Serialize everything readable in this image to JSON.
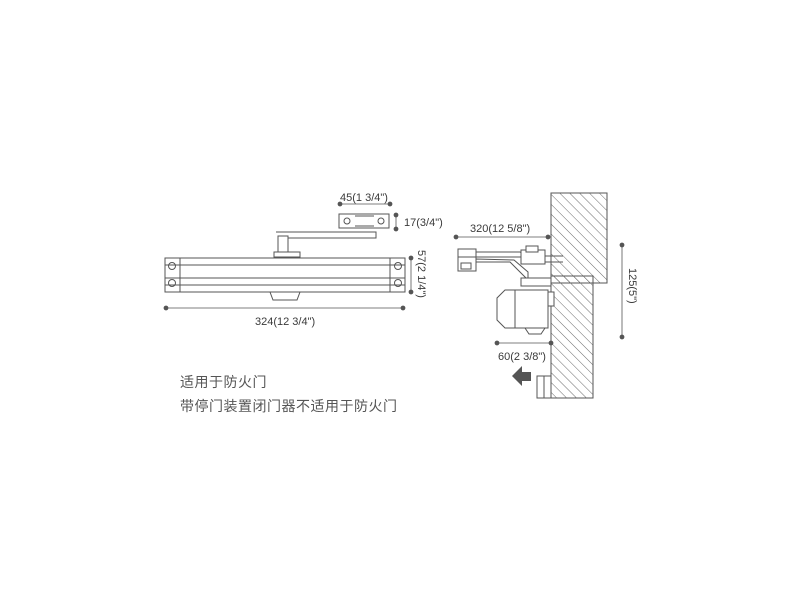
{
  "dimensions": {
    "top_width": "45(1 3/4\")",
    "top_height": "17(3/4\")",
    "body_height": "57(2 1/4\")",
    "body_length": "324(12 3/4\")",
    "arm_reach": "320(12 5/8\")",
    "wall_height": "125(5\")",
    "offset": "60(2 3/8\")"
  },
  "notes": {
    "line1": "适用于防火门",
    "line2": "带停门装置闭门器不适用于防火门"
  },
  "colors": {
    "line": "#555555",
    "text": "#3a3a3a",
    "arrow": "#555555"
  }
}
